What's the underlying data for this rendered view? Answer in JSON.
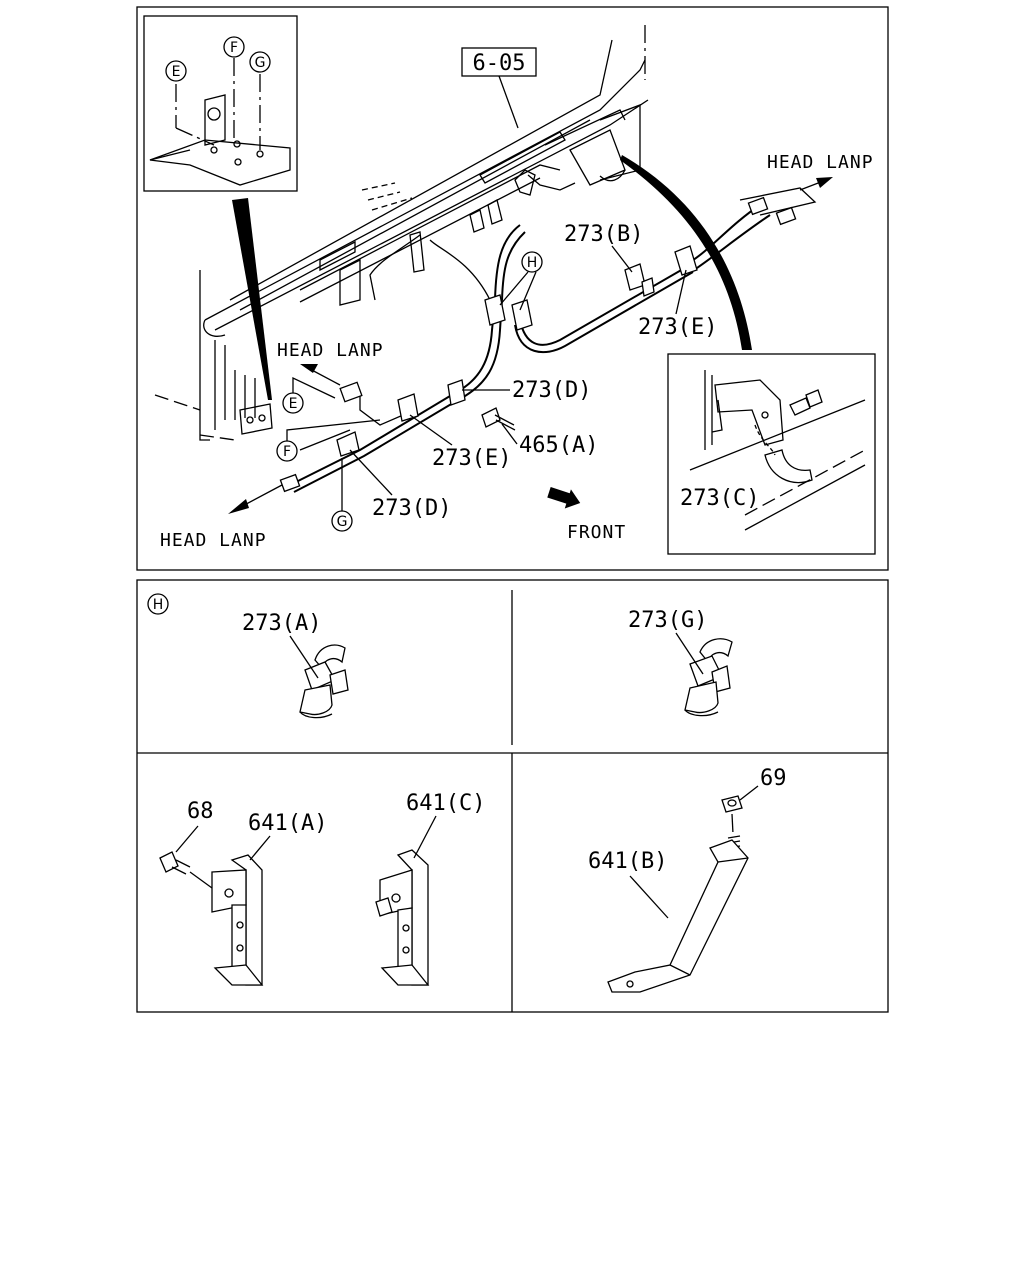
{
  "diagram": {
    "ref_box": "6-05",
    "callouts": {
      "E": "E",
      "F": "F",
      "G": "G",
      "H": "H"
    },
    "labels": {
      "head_lamp_right": "HEAD LANP",
      "head_lamp_mid": "HEAD LANP",
      "head_lamp_left": "HEAD LANP",
      "front": "FRONT",
      "p273b": "273(B)",
      "p273e_right": "273(E)",
      "p273d_top": "273(D)",
      "p465a": "465(A)",
      "p273e_mid": "273(E)",
      "p273d_bottom": "273(D)",
      "p273c": "273(C)"
    },
    "detail_h": {
      "callout": "H",
      "p273a": "273(A)",
      "p273g": "273(G)"
    },
    "brackets": {
      "p68": "68",
      "p641a": "641(A)",
      "p641c": "641(C)",
      "p69": "69",
      "p641b": "641(B)"
    }
  }
}
